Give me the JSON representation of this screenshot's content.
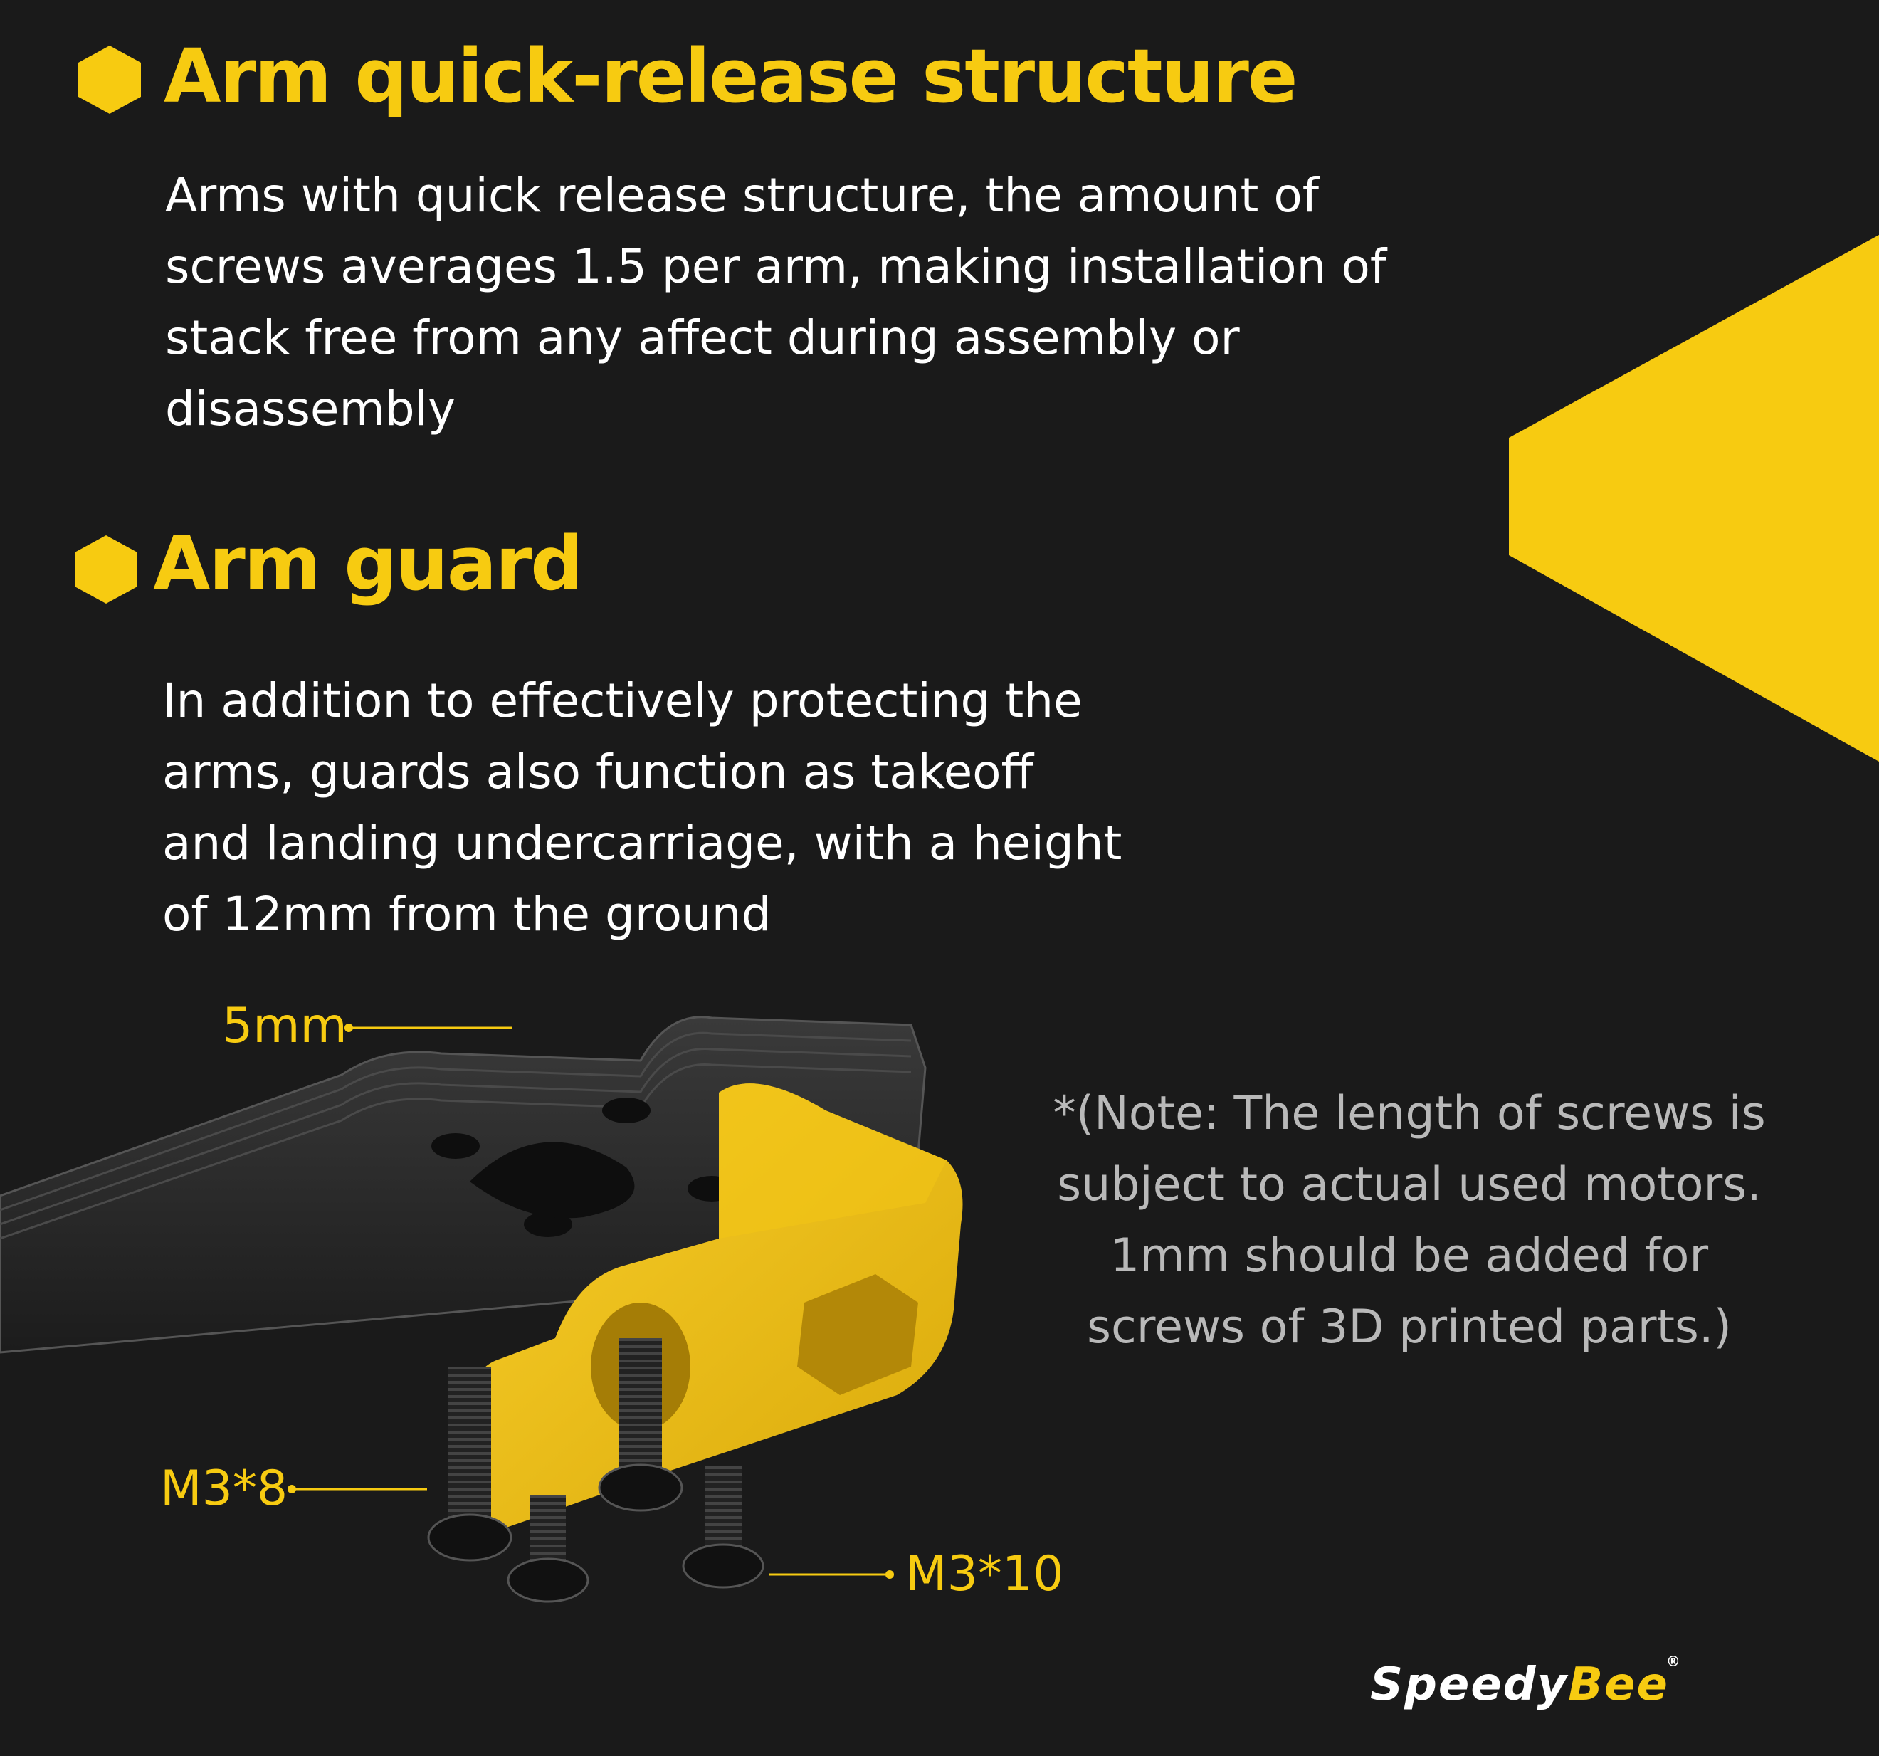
{
  "section1": {
    "title": "Arm quick-release structure",
    "lines": [
      "Arms with quick release structure, the amount of",
      "screws averages 1.5 per arm, making installation of",
      "stack free from any affect during assembly or",
      "disassembly"
    ]
  },
  "section2": {
    "title": "Arm guard",
    "lines": [
      "In addition to effectively protecting the",
      "arms, guards also function as takeoff",
      "and landing undercarriage, with a height",
      "of 12mm from the ground"
    ]
  },
  "labels": {
    "thickness": "5mm",
    "screw_short": "M3*8",
    "screw_long": "M3*10"
  },
  "note": {
    "lines": [
      "*(Note: The length of screws is",
      "subject to actual used motors.",
      "1mm should be added for",
      "screws of 3D printed parts.)"
    ]
  },
  "brand": {
    "part1": "Speedy",
    "part2": "Bee",
    "reg": "®"
  },
  "colors": {
    "accent": "#f7cb11",
    "background": "#1a1a1a",
    "text": "#ffffff",
    "note_text": "#b9b9b9"
  }
}
